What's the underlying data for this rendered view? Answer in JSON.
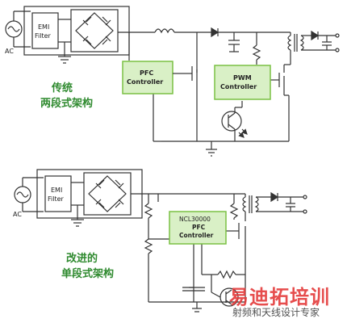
{
  "top_circuit": {
    "source_label": "AC",
    "emi_line1": "EMI",
    "emi_line2": "Filter",
    "pfc_line1": "PFC",
    "pfc_line2": "Controller",
    "pwm_line1": "PWM",
    "pwm_line2": "Controller",
    "caption_line1": "传统",
    "caption_line2": "两段式架构"
  },
  "bottom_circuit": {
    "source_label": "AC",
    "emi_line1": "EMI",
    "emi_line2": "Filter",
    "ctrl_line1": "NCL30000",
    "ctrl_line2": "PFC",
    "ctrl_line3": "Controller",
    "caption_line1": "改进的",
    "caption_line2": "单段式架构"
  },
  "watermark": {
    "title": "易迪拓培训",
    "subtitle": "射频和天线设计专家"
  },
  "colors": {
    "controller_fill": "#d9f0c6",
    "controller_border": "#7ac143",
    "caption": "#2f8a2f",
    "wire": "#333333"
  }
}
